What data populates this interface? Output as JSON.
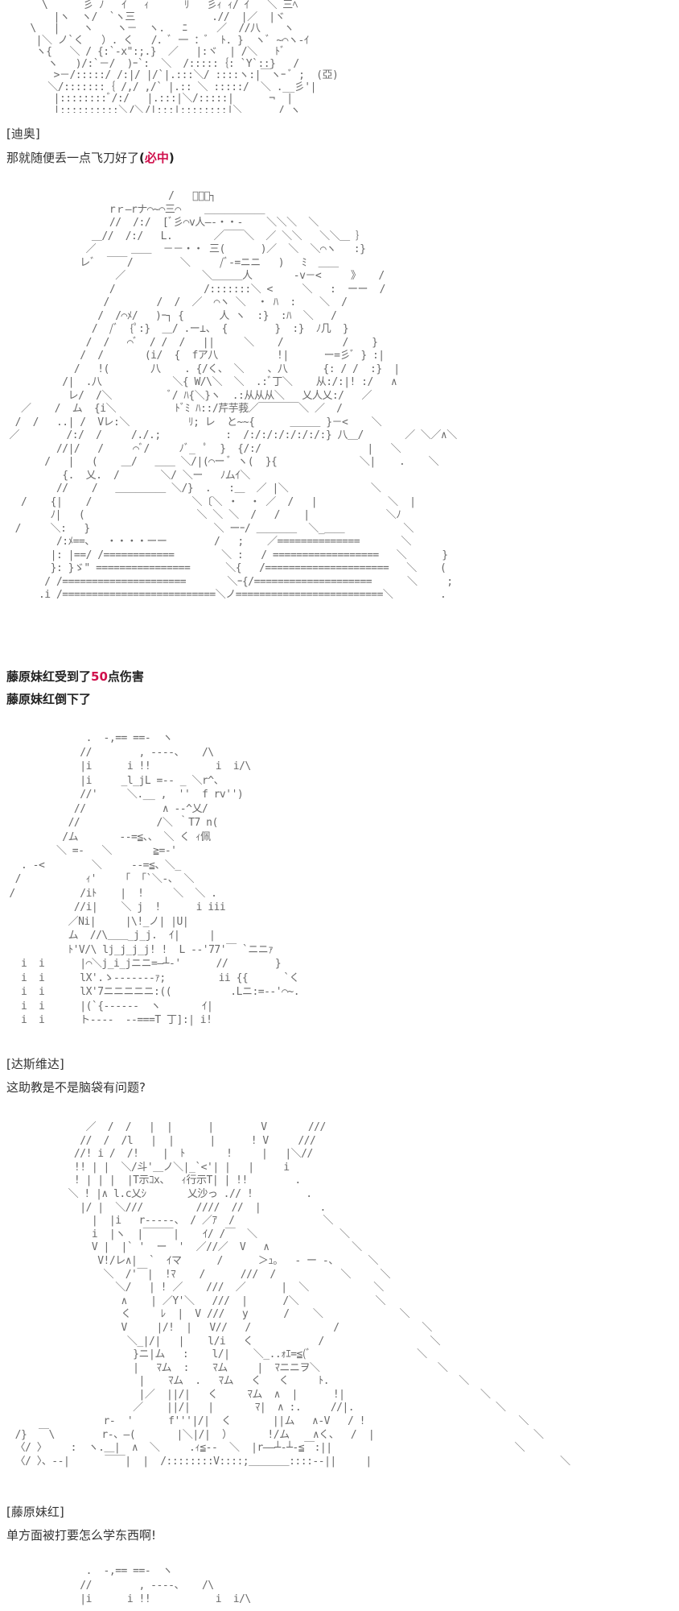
{
  "panels": [
    {
      "art_id": "aa-panel-1",
      "art": "   \\      彡 ﾉ   ｲ   ｨ      ﾘ   彡ｨ ｨ/ ｲ   ＼ 三ﾍ\n     |ヽ  ヽ/  `ヽ三             .//  |／  |ヾ\n \\   |    ヽ    ヽ－  ヽ.   ﾆ     ／  //八    ヽ\n  |＼ ノ`く   ）. く   /．ﾞ 一 ：ﾞ  ﾄ. }  ヽﾞ ~⌒ヽ-ｲ\n  ヽ{   ＼ / {:`-x\":;.}  ／   |:ヾ  | /＼   ﾄﾞ\n    ヽ   )/:`－/  )ｰ`:  ＼  /:::::｛: `Y`::}   /\n     >－/:::::/ /:|/ |/`|.:::＼/ ::::ヽ:|￣ヽｰ ﾞ ;  (亞)\n    ＼/:::::::｛ /,/ ,/` |.:: ＼ :::::/  ＼ .__彡'|\n     |::::::::ﾞ/:/   |.:::|＼/:::::|      ¬  |\n     |::::::::::＼/＼/|:::|::::::::|＼      / ヽ"
    },
    {
      "art_id": "aa-panel-2",
      "art": "                            /   ﾞ－－┐\n                  rｒ―rナ⌒~⌒三⌒    ＿＿＿＿＿＿\n                  //  /:/  [ﾞ彡⌒v人―-・・-    ＼＼＼  ＼\n               ＿//  /:/   L.       ／￣￣＼  ／ ＼＼   ＼＼＿ ｝\n              ／      ＿＿  －－・・ 三(      )／  ＼  ＼⌒ヽ   :}\n             レﾞ  ￣￣/        ＼     /ﾞ-=ニニ   )   ﾐ  ＿＿\n                   ／             ＼＿＿＿人       -v－<     》   /\n                  /               /:::::::＼ <     ＼   :  ーー  /\n                 /        /  /  ／  ⌒ヽ ＼  ・ ﾊ  :    ＼  /\n                /  /⌒ﾒ/   )ｰ┐ {      人 ヽ  :}  :ﾊ  ＼   /\n               /  /ﾞ  {ﾟ:}  ＿/ .ー⊥、 {        }  :}  ﾉ几  }\n              /  /   ⌒ﾞ  / /  /   ||     ＼    /          /    }\n             /  /       (i/  {  fア八          !|      ー=彡ﾞ } :|\n            /   !(       八    . {/く、 ＼    、八      {: / /  :}  |\n          /|  .八            ＼{ W/\\＼  ＼  .:ﾞ丁＼    从:/:|! :/   ∧\n           レ/  /＼          ﾞ/ ﾊ{＼}ヽ  .:从从从＼   乂人乂:/   ／\n   ／    /  ム  {i＼          ﾄﾞﾐ ﾊ::/芹芋莪／￣￣￣￣＼ ／  /\n  /  /   ..| /  Vレ:＼          ﾘ; レ  と~~{      ＿＿＿ }－<    ＼\n ／        /:/  /     /./.;           :  /:/:/:/:/:/:/:} 八＿/       ／ ＼／∧＼\n         //|/   /     ⌒ﾞ/     ﾉﾞ_  ﾟ  }  {/:/                  |   ＼\n       /   |   (    ＿/   ＿＿ ＼/|(⌒ー ﾞ ヽ(  }{              ＼|    .    ＼\n          {.  乂.  /       ＼/ ＼ー   ﾉムｲ＼\n         //    /   ＿＿＿＿＿ ＼/}  .   :＿  ／ |＼              ＼\n   /    {|    /                 ＼〔＼ ・  ・ ／  /   |            ＼  |\n        ﾉ|   (                   ＼ ＼ ＼  /   /    |             ＼ﾉ\n  /     ＼:   }                     ＼ ーｰ/ ＿＿＿＿  ＼_＿＿          ＼\n         /:ﾒ==、  ・・・・ーー        /   ;    ／==============       ＼\n        |: |==/ /============        ＼ :   / ==================   ＼      }\n        }: }ゞ\" ================      ＼{   /=====================   ＼    (\n       / /=====================       ＼ｰ{/====================      ＼     ;\n      .i /==========================＼ノ=========================＼        ."
    },
    {
      "art_id": "aa-panel-3",
      "art": "              .  -,== ==-  ヽ\n             //        , ----、   /\\\n             |i      i !!           i  i/\\\n             |i     _l_jL =-- _ ＼r^、\n             //'     ＼.__ ,  ''  f rv'')\n            //             ∧ --^乂/\n           //             /＼ ｀T7 n(\n          /ム       --=≦、、 ＼ く ｨ佩\n         ＼ =-   ＼       ≧=-'\n   . -<        ＼     --=≦、＼_\n  /           ｨ'    「 「`＼-、 ＼\n /           /iﾄ    |  !     ＼  ＼ .\n            //i|    ＼ j  !      i iii\n           ／Ni|     |\\!_ノ| |U|\n           ム  //\\＿＿_j_j.  ｲ|     |\n           ﾄ'V/\\ lj_j_j_j! !  L --'77'￣ `ニニｧ\n   i  i      |⌒＼j_i_jニニ=―┴-'      //        }\n   i  i      lX'.ゝ-------ｧ;         ii {{      `く\n   i  i      lX'7ニニニニニ:((          .Lニ:=--'⌒~.\n   i  i      |(`{------  ヽ       ｲ|\n   i  i      ト----  --===T 丁]:| i!"
    },
    {
      "art_id": "aa-panel-4",
      "art": "              ／  /  /   |  |      |        V       ///\n             //  /  /l   |  |      |      ! V     ///\n            //! i /  /!    |  ﾄ       !     |   |＼//\n            !! | |  ＼/斗'＿ノ＼|_`<'| |   |     i\n            ! | | |  |T示ｺx、  ｨ行示T| | !!        .\n           ＼ ! |∧ l.c乂ｼ       乂沙っ .// !         .\n             |/ |  ＼///         ////  //  |          .\n               |  |i   r-----、 / ／ｱ  /               ＼\n               i  |ヽ  |￣￣￣|    ｲ/ /￣  ＼              ＼\n               V |  |` '  ー  '  ／//／  V   ∧              ＼\n                V!/レ∧|  `  ｲマ      /      ＞ｭ。  - ー -、     ＼\n                 ＼  /'￣|  !ﾏ    /      ///  /           ＼     ＼\n                   ＼/   | ! ／    ///  ／      |  ＼           ＼\n                    ∧    | ／Y'＼   ///  |      /＼             ＼\n                    く     ﾚ  |  V ///   y      /    ＼             ＼\n                    V     |/!  |   V//   /              /              ＼\n                     ＼_|/|   |    l/i   く           /                  ＼\n                      }ニ|ム   :    l/|    ＼_..ｫｴ=≦(ﾞ                  ＼\n                      |   ﾏム  :    ﾏム     |  ﾏニニヲ＼                    ＼\n                       |    ﾏム  .   ﾏム   く   く     ﾄ.                      ＼\n                       |／  ||/|   く     ﾏム  ∧  |      !|                       ＼\n                      ／    ||/|   |       ﾏ|  ∧ :.     //|.                        ＼\n                 r-  '      f'''|/|  く       ||ム   ∧-V   / !                          ＼\n  /}  ￣\\        r-、―(       |＼|/|  ）      !/ム    ∧く、  /  |                           ＼\n  〈/ 〉    :  ヽ.＿|  ∧  ＼     .ｨ≦--  ＼  |r――┴-┴-≦￣:||                               ＼\n  〈/ 〉、--|      ￣￣|  |  /::::::::V::::;＿＿＿＿::::--||     |                                ＼"
    },
    {
      "art_id": "aa-panel-5",
      "art": "              .  -,== ==-  ヽ\n             //        , ----、   /\\\n             |i      i !!           i  i/\\"
    }
  ],
  "dialogue": [
    {
      "speaker": "[迪奥]",
      "text": "那就随便丢一点飞刀好了",
      "bracket_open": "(",
      "highlight": "必中",
      "bracket_close": ")"
    },
    {
      "text_pre": "藤原妹红受到了",
      "highlight": "50",
      "text_post": "点伤害"
    },
    {
      "text": "藤原妹红倒下了"
    },
    {
      "speaker": "[达斯维达]",
      "text": "这助教是不是脑袋有问题?"
    },
    {
      "speaker": "[藤原妹红]",
      "text": "单方面被打要怎么学东西啊!"
    }
  ],
  "colors": {
    "text": "#333333",
    "highlight": "#d0104c",
    "art": "#6a6a6a",
    "background": "#ffffff"
  }
}
